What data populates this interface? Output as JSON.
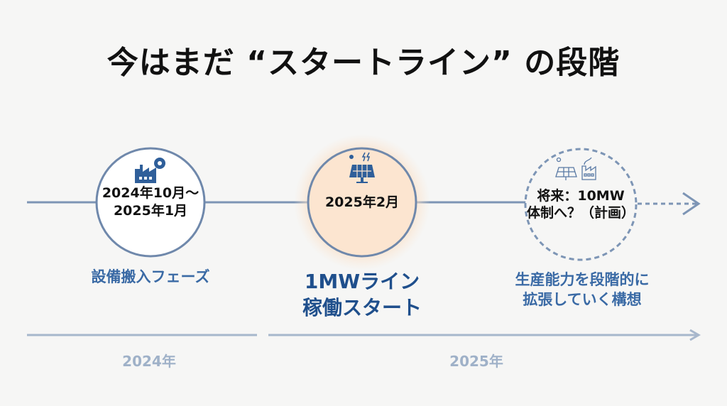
{
  "title": "今はまだ “スタートライン” の段階",
  "milestones": [
    {
      "date_line1": "2024年10月〜",
      "date_line2": "2025年1月",
      "caption_line1": "設備搬入フェーズ",
      "icon": "factory-gear-icon"
    },
    {
      "date_line1": "2025年2月",
      "caption_line1": "1MWライン",
      "caption_line2": "稼働スタート",
      "icon": "solar-panel-icon"
    },
    {
      "date_line1": "将来：10MW",
      "date_line2": "体制へ？（計画）",
      "caption_line1": "生産能力を段階的に",
      "caption_line2": "拡張していく構想",
      "icon": "solar-factory-icon"
    }
  ],
  "years": [
    "2024年",
    "2025年"
  ],
  "colors": {
    "accent": "#1f4f8c",
    "line": "#7d95b5",
    "highlight": "#fbe3cc"
  }
}
